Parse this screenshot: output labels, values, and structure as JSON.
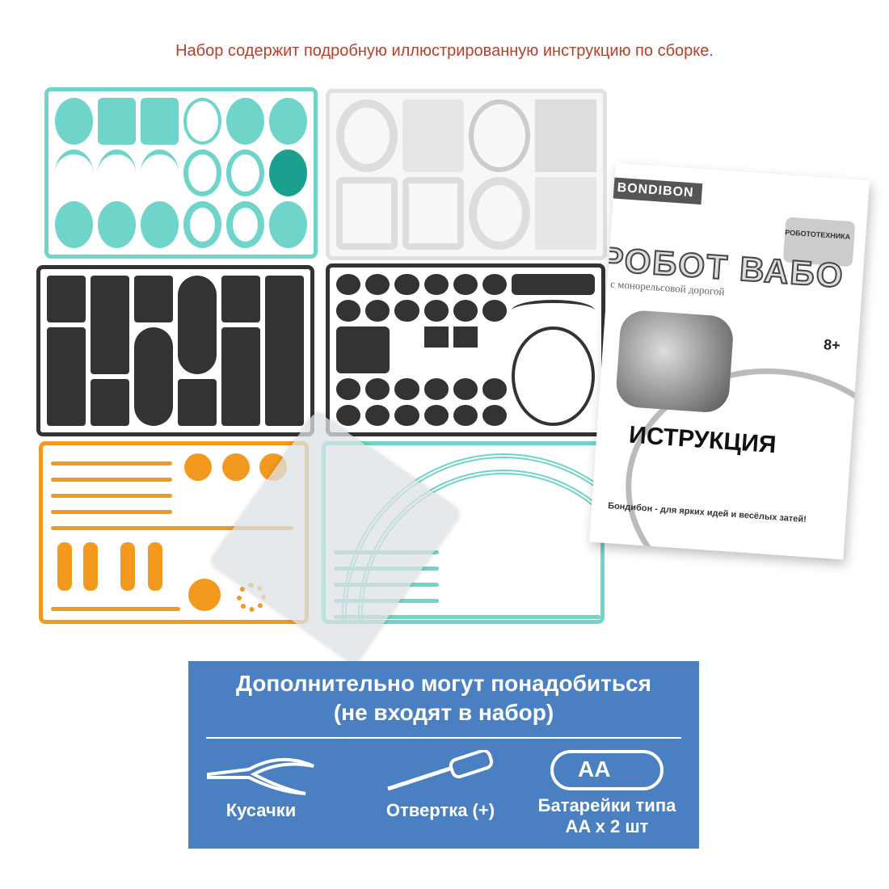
{
  "header": {
    "text": "Набор  содержит  подробную  иллюстрированную  инструкцию по сборке."
  },
  "booklet": {
    "brand": "BONDIBON",
    "series_logo": "РОБОТОТЕХНИКА",
    "title": "РОБОТ ВАБО",
    "subtitle": "с монорельсовой дорогой",
    "age": "8+",
    "heading": "ИСТРУКЦИЯ",
    "slogan": "Бондибон - для ярких идей и весёлых затей!"
  },
  "panel": {
    "title_line1": "Дополнительно могут понадобиться",
    "title_line2": "(не входят в набор)",
    "items": [
      {
        "icon": "pliers-icon",
        "label": "Кусачки"
      },
      {
        "icon": "screwdriver-icon",
        "label": "Отвертка (+)"
      },
      {
        "icon": "battery-icon",
        "badge": "AA",
        "label": "Батарейки типа",
        "label2": "AA x 2 шт"
      }
    ]
  },
  "colors": {
    "header": "#b5402c",
    "panel": "#4a7fc1",
    "teal": "#6fd4c9",
    "orange": "#f39a1e",
    "dark": "#333333",
    "white_parts": "#e9e9ea"
  }
}
